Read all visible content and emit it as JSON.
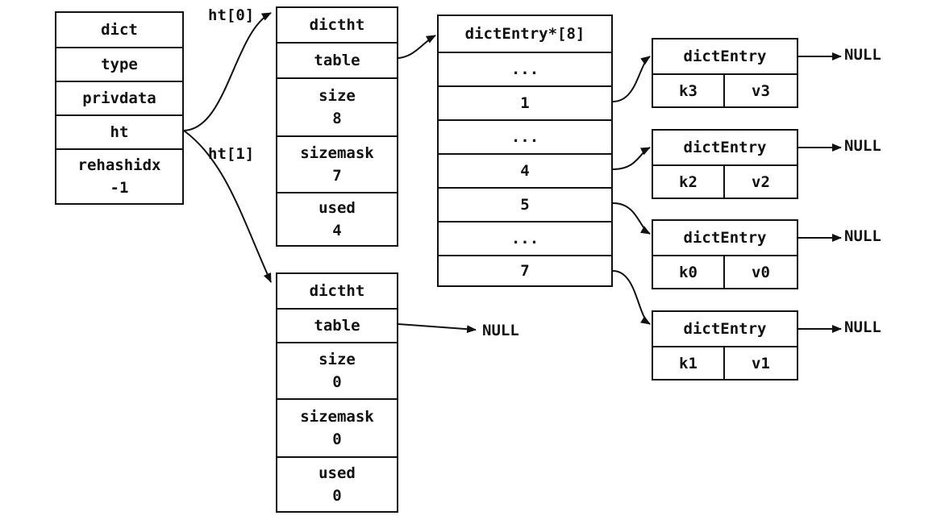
{
  "dict": {
    "fields": [
      "dict",
      "type",
      "privdata",
      "ht"
    ],
    "rehash_label": "rehashidx",
    "rehash_value": "-1"
  },
  "ht0": {
    "label": "ht[0]",
    "header": "dictht",
    "table": "table",
    "size_label": "size",
    "size_value": "8",
    "sizemask_label": "sizemask",
    "sizemask_value": "7",
    "used_label": "used",
    "used_value": "4"
  },
  "ht1": {
    "label": "ht[1]",
    "header": "dictht",
    "table": "table",
    "table_target": "NULL",
    "size_label": "size",
    "size_value": "0",
    "sizemask_label": "sizemask",
    "sizemask_value": "0",
    "used_label": "used",
    "used_value": "0"
  },
  "bucket_array": {
    "header": "dictEntry*[8]",
    "slots": [
      "...",
      "1",
      "...",
      "4",
      "5",
      "...",
      "7"
    ]
  },
  "entries": [
    {
      "header": "dictEntry",
      "key": "k3",
      "value": "v3",
      "next": "NULL"
    },
    {
      "header": "dictEntry",
      "key": "k2",
      "value": "v2",
      "next": "NULL"
    },
    {
      "header": "dictEntry",
      "key": "k0",
      "value": "v0",
      "next": "NULL"
    },
    {
      "header": "dictEntry",
      "key": "k1",
      "value": "v1",
      "next": "NULL"
    }
  ]
}
